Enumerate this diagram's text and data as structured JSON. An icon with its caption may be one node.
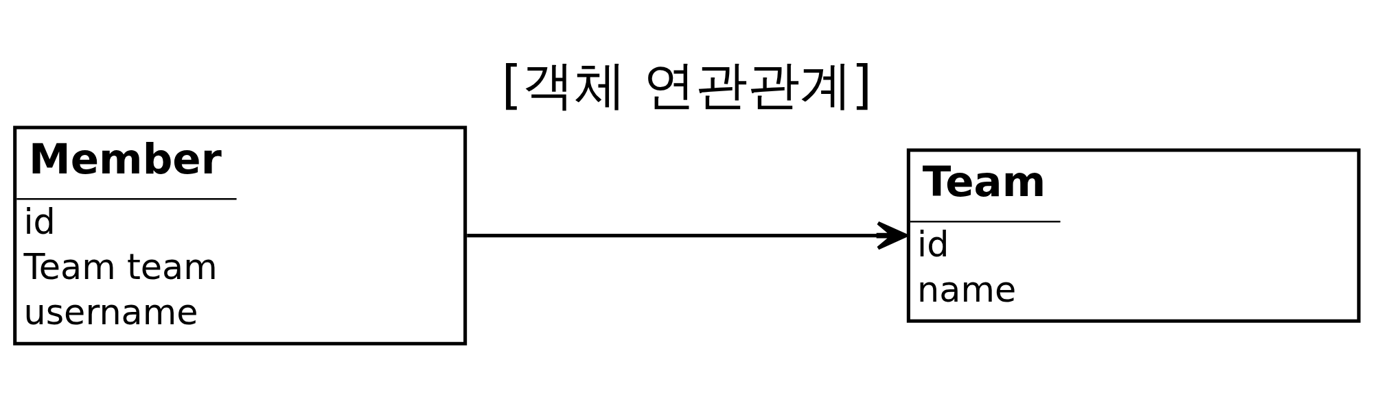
{
  "diagram": {
    "title": "[객체 연관관계]",
    "nodes": [
      {
        "text": [
          "Member",
          "id",
          "Team team",
          "username"
        ]
      },
      {
        "text": [
          "Team",
          "id",
          "name"
        ]
      }
    ],
    "edges": [
      {
        "from": 0,
        "to": 1,
        "arrow": "to"
      }
    ]
  }
}
